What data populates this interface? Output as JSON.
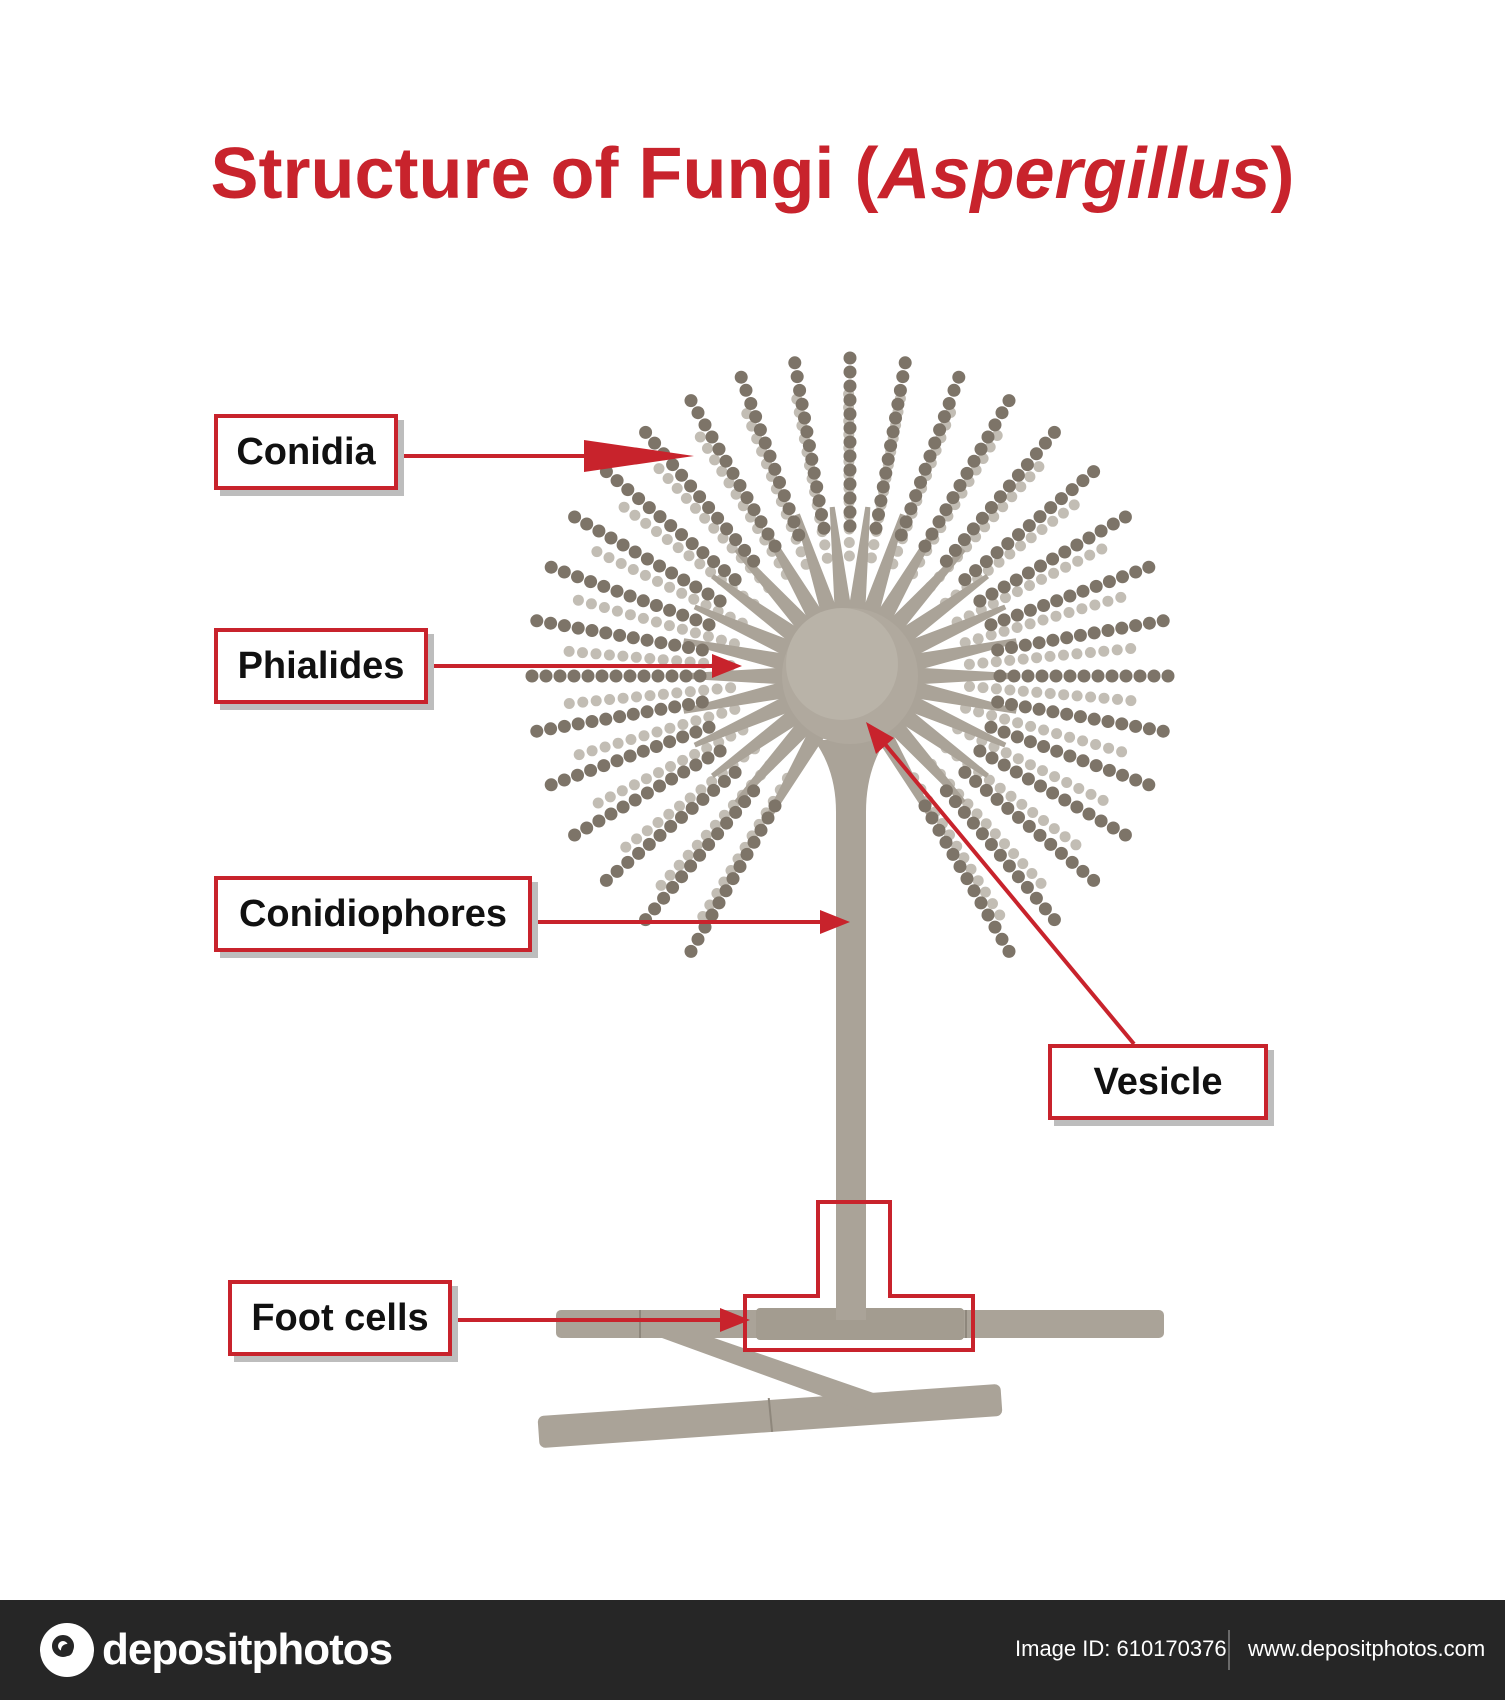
{
  "title": {
    "prefix": "Structure of Fungi (",
    "italic": "Aspergillus",
    "suffix": ")"
  },
  "labels": {
    "conidia": "Conidia",
    "phialides": "Phialides",
    "conidiophores": "Conidiophores",
    "vesicle": "Vesicle",
    "foot_cells": "Foot cells"
  },
  "footer": {
    "brand": "depositphotos",
    "image_id": "Image ID: 610170376",
    "url": "www.depositphotos.com"
  },
  "colors": {
    "accent_red": "#c8232c",
    "fungus_body": "#aaa398",
    "fungus_dark": "#7f776b",
    "spore_dark": "#7d7468",
    "spore_light": "#c2bdb4",
    "footer_bg": "#262626"
  }
}
